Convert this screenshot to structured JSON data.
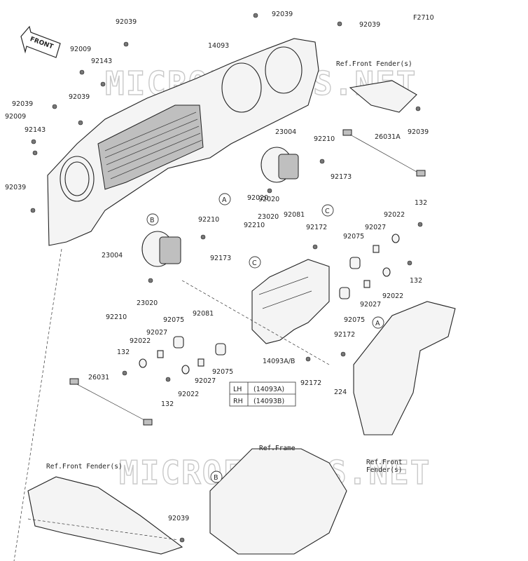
{
  "figure_code": "F2710",
  "front_badge": "FRONT",
  "watermark": "MICROFICHES.NET",
  "refs": {
    "front_fender_top": "Ref.Front Fender(s)",
    "front_fender_right": "Ref.Front\nFender(s)",
    "front_fender_bottom": "Ref.Front Fender(s)",
    "frame": "Ref.Frame"
  },
  "callouts": {
    "a": "A",
    "b": "B",
    "c": "C"
  },
  "parts": [
    "92039",
    "92039",
    "92039",
    "92009",
    "92143",
    "14093",
    "92039",
    "92039",
    "92009",
    "92143",
    "92039",
    "23004",
    "92210",
    "26031A",
    "92039",
    "92173",
    "92020",
    "92210",
    "23020",
    "92081",
    "92210",
    "92172",
    "92022",
    "132",
    "92027",
    "92075",
    "23004",
    "92173",
    "92022",
    "92210",
    "23020",
    "92081",
    "132",
    "92027",
    "92075",
    "92075",
    "92027",
    "92022",
    "92172",
    "14093A/B",
    "132",
    "92172",
    "224",
    "26031",
    "92022",
    "92075",
    "92027",
    "132",
    "92039"
  ],
  "table": {
    "rows": [
      {
        "side": "LH",
        "code": "(14093A)"
      },
      {
        "side": "RH",
        "code": "(14093B)"
      }
    ]
  }
}
